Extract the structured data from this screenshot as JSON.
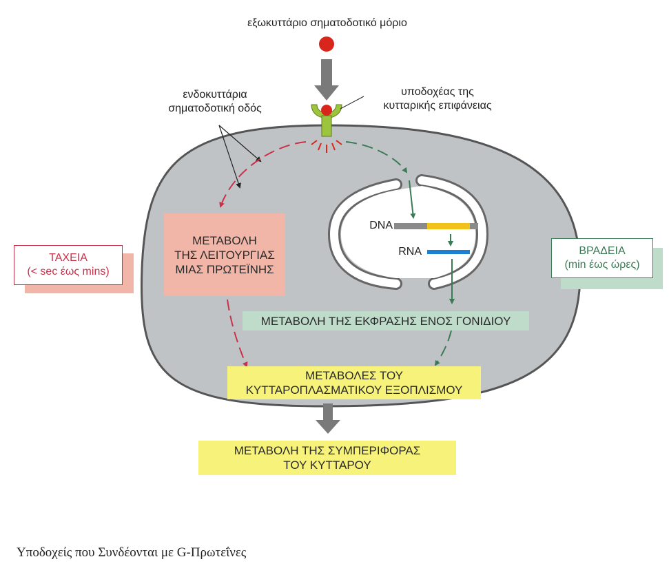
{
  "diagram": {
    "extracellular_signal": "εξωκυττάριο σηματοδοτικό μόριο",
    "surface_receptor": [
      "υποδοχέας της",
      "κυτταρικής επιφάνειας"
    ],
    "intracellular_pathway": [
      "ενδοκυττάρια",
      "σηματοδοτική οδός"
    ],
    "protein_function_box": [
      "ΜΕΤΑΒΟΛΗ",
      "ΤΗΣ ΛΕΙΤΟΥΡΓΙΑΣ",
      "ΜΙΑΣ ΠΡΩΤΕΪΝΗΣ"
    ],
    "dna_label": "DNA",
    "rna_label": "RNA",
    "gene_expression_box": "ΜΕΤΑΒΟΛΗ ΤΗΣ ΕΚΦΡΑΣΗΣ ΕΝΟΣ ΓΟΝΙΔΙΟΥ",
    "cytoplasm_box": [
      "ΜΕΤΑΒΟΛΕΣ ΤΟΥ",
      "ΚΥΤΤΑΡΟΠΛΑΣΜΑΤΙΚΟΥ ΕΞΟΠΛΙΣΜΟΥ"
    ],
    "behavior_box": [
      "ΜΕΤΑΒΟΛΗ ΤΗΣ ΣΥΜΠΕΡΙΦΟΡΑΣ",
      "ΤΟΥ ΚΥΤΤΑΡΟΥ"
    ],
    "fast_box": {
      "title": "ΤΑΧΕΙΑ",
      "subtitle": "(< sec έως mins)"
    },
    "slow_box": {
      "title": "ΒΡΑΔΕΙΑ",
      "subtitle": "(min έως ώρες)"
    }
  },
  "caption": "Υποδοχείς που Συνδέονται με G-Πρωτεΐνες",
  "colors": {
    "cell_fill": "#bfc3c6",
    "cell_stroke": "#555555",
    "fast": "#c8314a",
    "slow": "#3a7a55",
    "signal": "#d8261c",
    "receptor": "#9cc43c",
    "protein_box": "#f1b6a8",
    "gene_box": "#bfdccb",
    "yellow_box": "#f6f27a",
    "dna_gene": "#f2c21a",
    "rna": "#1d7fd0",
    "big_arrow": "#7a7a7a"
  }
}
